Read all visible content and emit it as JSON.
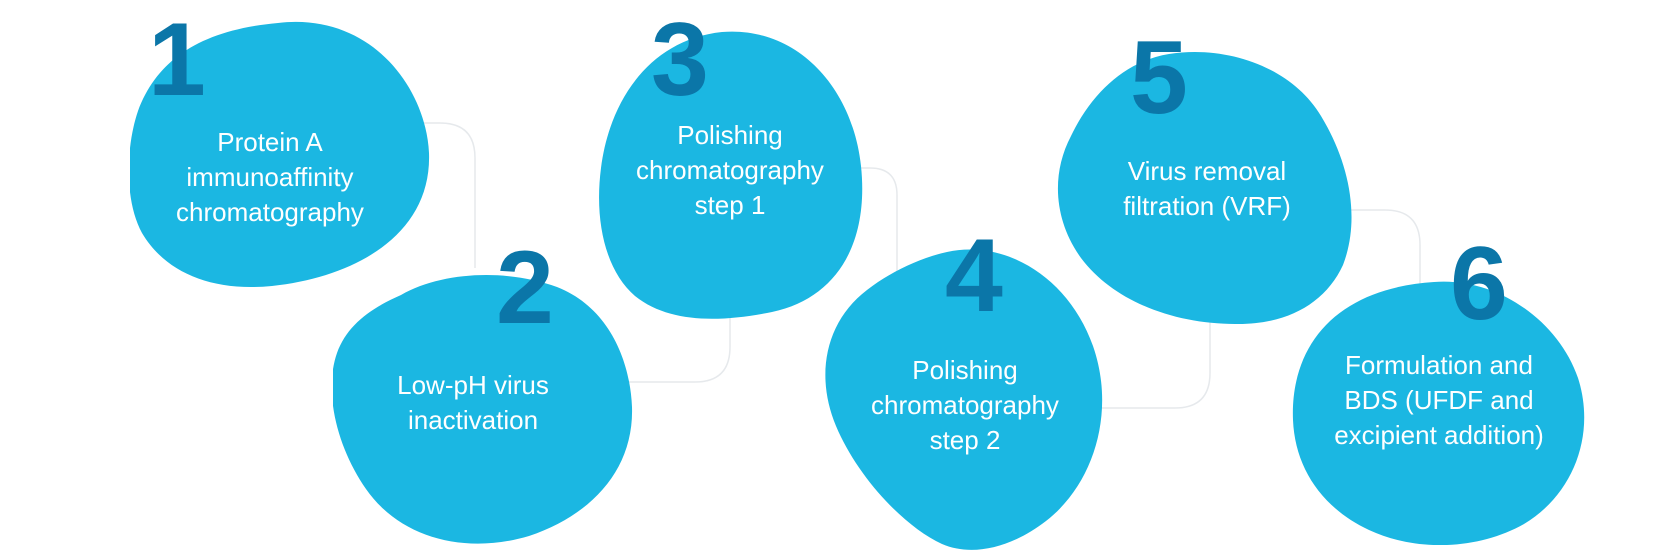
{
  "colors": {
    "blob": "#1bb7e2",
    "number": "#0b76a8",
    "label": "#ffffff",
    "connector": "#e6e9ec"
  },
  "steps": [
    {
      "number": "1",
      "label": "Protein A\nimmunoaffinity\nchromatography"
    },
    {
      "number": "2",
      "label": "Low-pH virus\ninactivation"
    },
    {
      "number": "3",
      "label": "Polishing\nchromatography\nstep 1"
    },
    {
      "number": "4",
      "label": "Polishing\nchromatography\nstep 2"
    },
    {
      "number": "5",
      "label": "Virus removal\nfiltration (VRF)"
    },
    {
      "number": "6",
      "label": "Formulation and\nBDS (UFDF and\nexcipient addition)"
    }
  ]
}
